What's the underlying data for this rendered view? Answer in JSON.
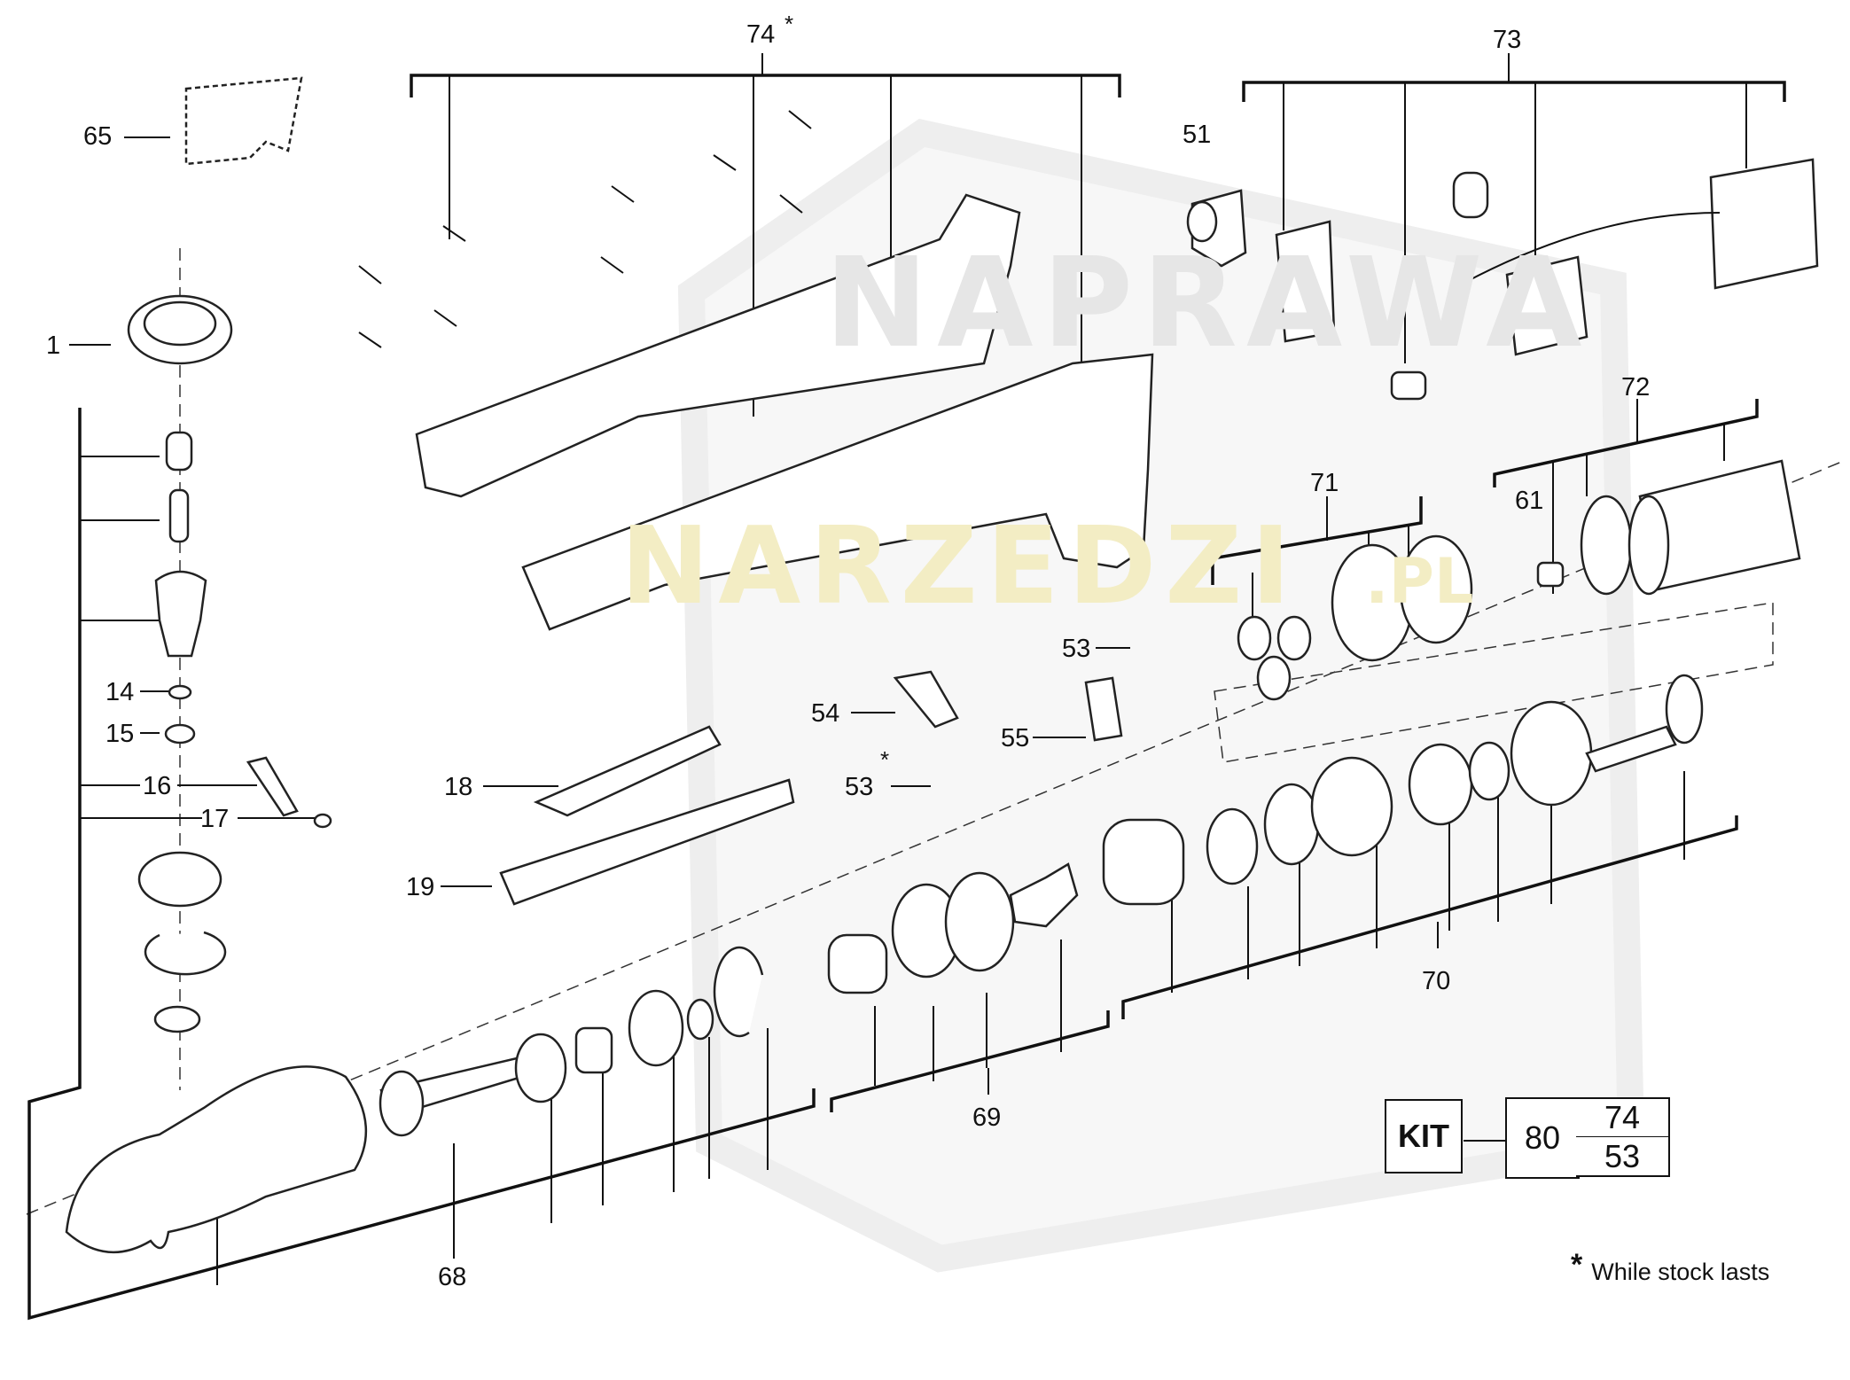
{
  "watermark": {
    "line1": "NAPRAWA",
    "line2": "NARZEDZI",
    "suffix": ".PL"
  },
  "callouts": {
    "c74": "74",
    "c73": "73",
    "c65": "65",
    "c51": "51",
    "c1": "1",
    "c72": "72",
    "c71": "71",
    "c61": "61",
    "c53a": "53",
    "c54": "54",
    "c55": "55",
    "c14": "14",
    "c15": "15",
    "c16": "16",
    "c17": "17",
    "c18": "18",
    "c53b": "53",
    "c19": "19",
    "c70": "70",
    "c69": "69",
    "c68": "68",
    "star": "*"
  },
  "kit": {
    "label": "KIT",
    "number": "80",
    "contents": [
      "74",
      "53"
    ]
  },
  "footnote": {
    "symbol": "*",
    "text": "While stock lasts"
  }
}
